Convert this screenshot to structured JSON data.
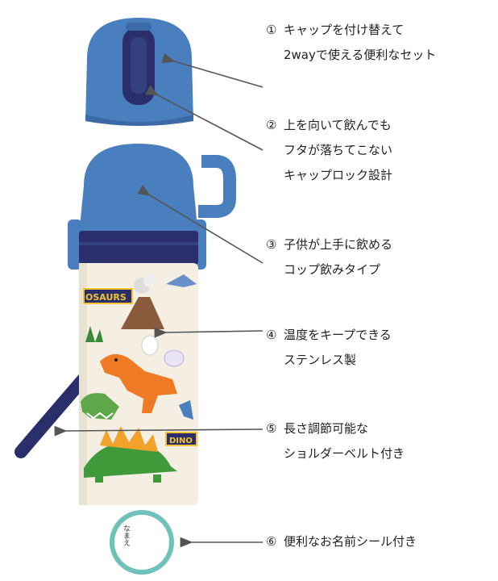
{
  "features": [
    {
      "num": "①",
      "lines": [
        "キャップを付け替えて",
        "2wayで使える便利なセット"
      ]
    },
    {
      "num": "②",
      "lines": [
        "上を向いて飲んでも",
        "フタが落ちてこない",
        "キャップロック設計"
      ]
    },
    {
      "num": "③",
      "lines": [
        "子供が上手に飲める",
        "コップ飲みタイプ"
      ]
    },
    {
      "num": "④",
      "lines": [
        "温度をキープできる",
        "ステンレス製"
      ]
    },
    {
      "num": "⑤",
      "lines": [
        "長さ調節可能な",
        "ショルダーベルト付き"
      ]
    },
    {
      "num": "⑥",
      "lines": [
        "便利なお名前シール付き"
      ]
    }
  ],
  "bottle_prints": {
    "label_top": "OSAURS",
    "label_bottom": "DINO"
  },
  "name_seal": {
    "text": "なまえ"
  },
  "colors": {
    "cap_blue": "#4a7fbf",
    "band_navy": "#2a2f6b",
    "body_cream": "#f4efe2",
    "arrow": "#555555"
  }
}
